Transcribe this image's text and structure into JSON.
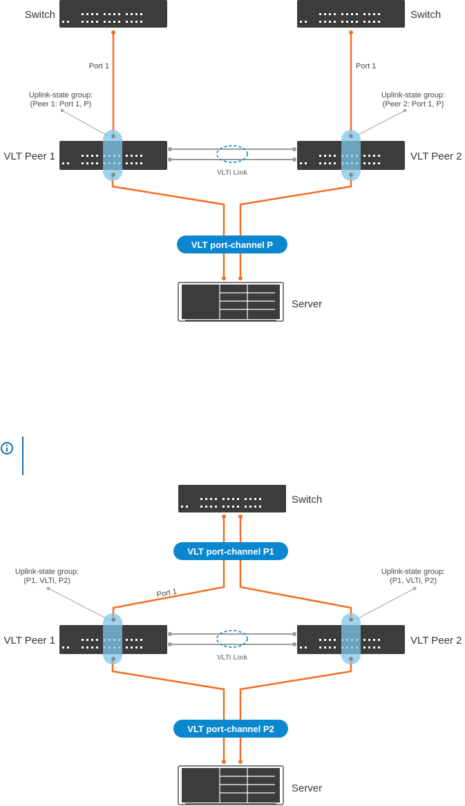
{
  "diagram1": {
    "switch_left": "Switch",
    "switch_right": "Switch",
    "port_left": "Port 1",
    "port_right": "Port 1",
    "uplink_left": [
      "Uplink-state group:",
      "(Peer 1: Port 1, P)"
    ],
    "uplink_right": [
      "Uplink-state group:",
      "(Peer 2: Port 1, P)"
    ],
    "peer1": "VLT Peer 1",
    "peer2": "VLT Peer 2",
    "vlti": "VLTi Link",
    "portchannel": "VLT port-channel P",
    "server": "Server"
  },
  "note": {
    "icon": "info-icon"
  },
  "diagram2": {
    "switch": "Switch",
    "portchannel_top": "VLT port-channel P1",
    "uplink_left": [
      "Uplink-state group:",
      "(P1, VLTi, P2)"
    ],
    "uplink_right": [
      "Uplink-state group:",
      "(P1, VLTi, P2)"
    ],
    "port_label": "Port 1",
    "peer1": "VLT Peer 1",
    "peer2": "VLT Peer 2",
    "vlti": "VLTi Link",
    "portchannel_bottom": "VLT port-channel P2",
    "server": "Server"
  },
  "colors": {
    "cable": "#f26d21",
    "device": "#3c3c3c",
    "pill": "#0b87d0",
    "highlight": "#7ec6e8",
    "note": "#0b6fb8"
  }
}
